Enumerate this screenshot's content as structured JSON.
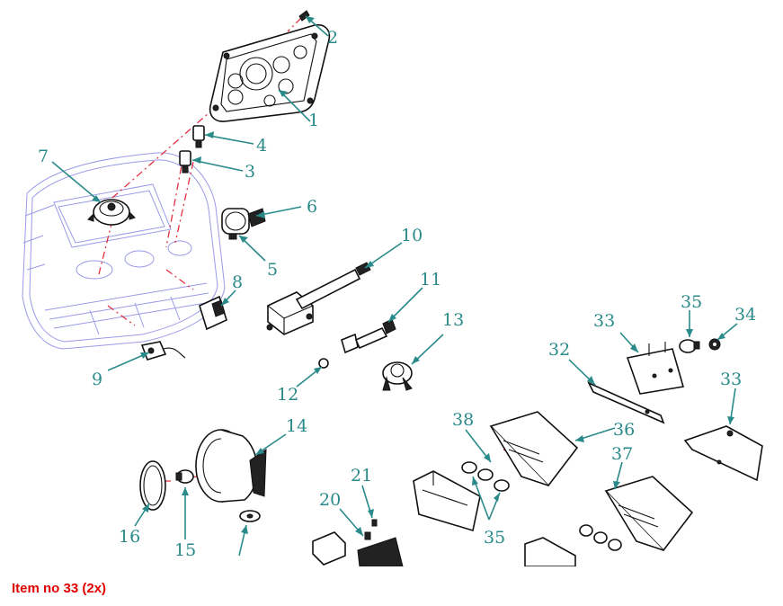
{
  "diagram": {
    "callouts": [
      {
        "id": "c1",
        "label": "1"
      },
      {
        "id": "c2",
        "label": "2"
      },
      {
        "id": "c3",
        "label": "3"
      },
      {
        "id": "c4",
        "label": "4"
      },
      {
        "id": "c5",
        "label": "5"
      },
      {
        "id": "c6",
        "label": "6"
      },
      {
        "id": "c7",
        "label": "7"
      },
      {
        "id": "c8",
        "label": "8"
      },
      {
        "id": "c9",
        "label": "9"
      },
      {
        "id": "c10",
        "label": "10"
      },
      {
        "id": "c11",
        "label": "11"
      },
      {
        "id": "c12",
        "label": "12"
      },
      {
        "id": "c13",
        "label": "13"
      },
      {
        "id": "c14",
        "label": "14"
      },
      {
        "id": "c15",
        "label": "15"
      },
      {
        "id": "c16",
        "label": "16"
      },
      {
        "id": "c20",
        "label": "20"
      },
      {
        "id": "c21",
        "label": "21"
      },
      {
        "id": "c32",
        "label": "32"
      },
      {
        "id": "c33a",
        "label": "33"
      },
      {
        "id": "c33b",
        "label": "33"
      },
      {
        "id": "c34",
        "label": "34"
      },
      {
        "id": "c35a",
        "label": "35"
      },
      {
        "id": "c35b",
        "label": "35"
      },
      {
        "id": "c36",
        "label": "36"
      },
      {
        "id": "c37",
        "label": "37"
      },
      {
        "id": "c38",
        "label": "38"
      }
    ],
    "colors": {
      "callout": "#2a8a8a",
      "axis": "#e03040",
      "housing": "#9a9ae8",
      "caption": "#e00000"
    }
  },
  "caption": {
    "text": "Item no 33 (2x)"
  }
}
